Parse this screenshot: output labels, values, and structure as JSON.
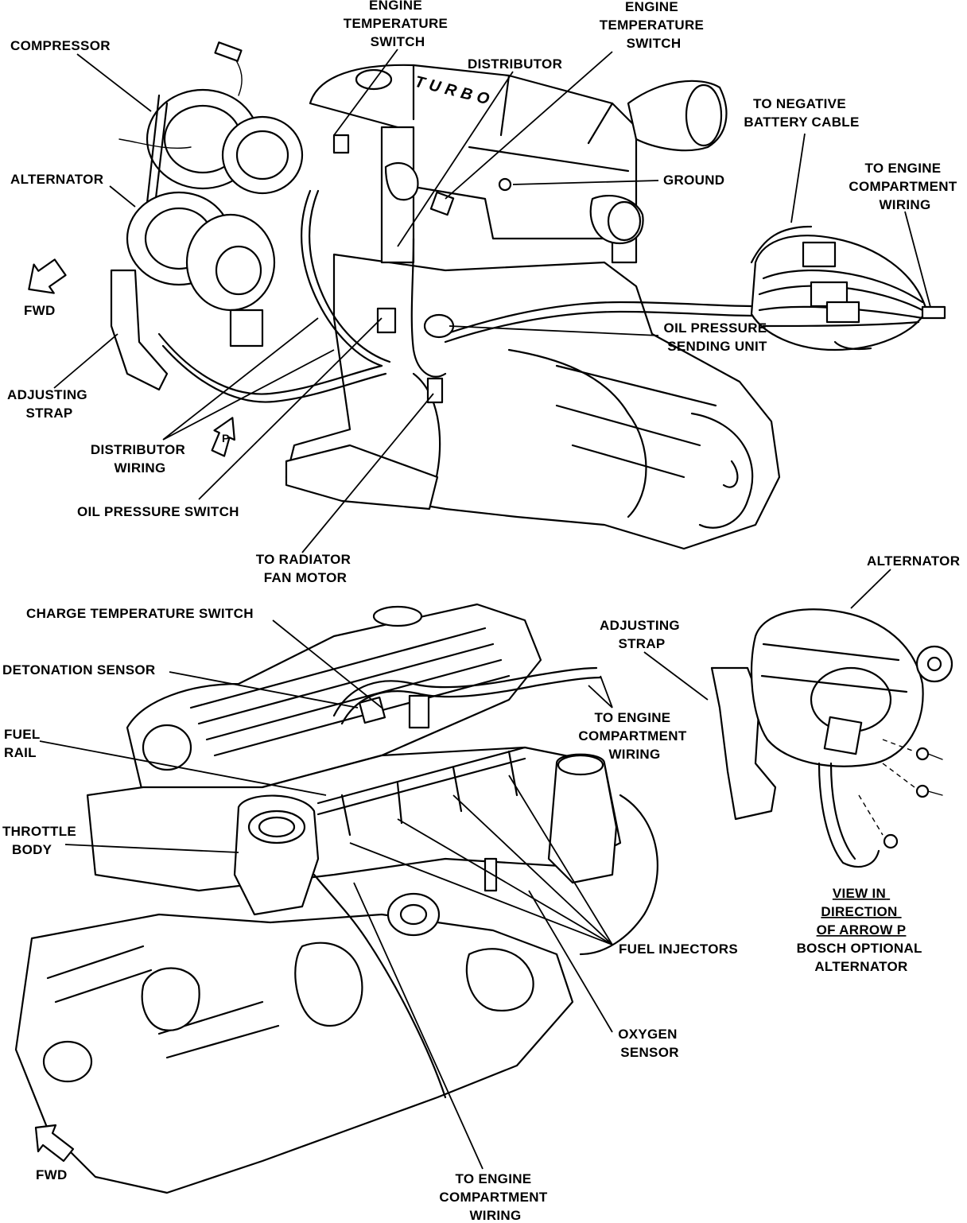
{
  "labels": {
    "compressor": "COMPRESSOR",
    "engine_temp_switch_1": [
      "ENGINE",
      "TEMPERATURE",
      "SWITCH"
    ],
    "engine_temp_switch_2": [
      "ENGINE",
      "TEMPERATURE",
      "SWITCH"
    ],
    "distributor": "DISTRIBUTOR",
    "to_negative_battery_cable": [
      "TO NEGATIVE",
      "BATTERY CABLE"
    ],
    "alternator_top": "ALTERNATOR",
    "ground": "GROUND",
    "to_engine_compartment_wiring_top": [
      "TO ENGINE",
      "COMPARTMENT",
      "WIRING"
    ],
    "fwd_top": "FWD",
    "oil_pressure_sending_unit": [
      "OIL PRESSURE",
      "SENDING UNIT"
    ],
    "adjusting_strap_top": [
      "ADJUSTING",
      "STRAP"
    ],
    "distributor_wiring": [
      "DISTRIBUTOR",
      "WIRING"
    ],
    "arrow_p": "P",
    "oil_pressure_switch": "OIL PRESSURE SWITCH",
    "to_radiator_fan_motor": [
      "TO RADIATOR",
      "FAN MOTOR"
    ],
    "alternator_inset": "ALTERNATOR",
    "charge_temperature_switch": "CHARGE TEMPERATURE SWITCH",
    "adjusting_strap_inset": [
      "ADJUSTING",
      "STRAP"
    ],
    "detonation_sensor": "DETONATION SENSOR",
    "to_engine_compartment_wiring_mid": [
      "TO ENGINE",
      "COMPARTMENT",
      "WIRING"
    ],
    "fuel_rail": [
      "FUEL",
      "RAIL"
    ],
    "throttle_body": [
      "THROTTLE",
      "BODY"
    ],
    "view_in_direction": [
      "VIEW IN",
      "DIRECTION",
      "OF ARROW P"
    ],
    "bosch_optional_alternator": [
      "BOSCH OPTIONAL",
      "ALTERNATOR"
    ],
    "fuel_injectors": "FUEL INJECTORS",
    "oxygen_sensor": [
      "OXYGEN",
      "SENSOR"
    ],
    "fwd_bottom": "FWD",
    "to_engine_compartment_wiring_bottom": [
      "TO ENGINE",
      "COMPARTMENT",
      "WIRING"
    ]
  }
}
